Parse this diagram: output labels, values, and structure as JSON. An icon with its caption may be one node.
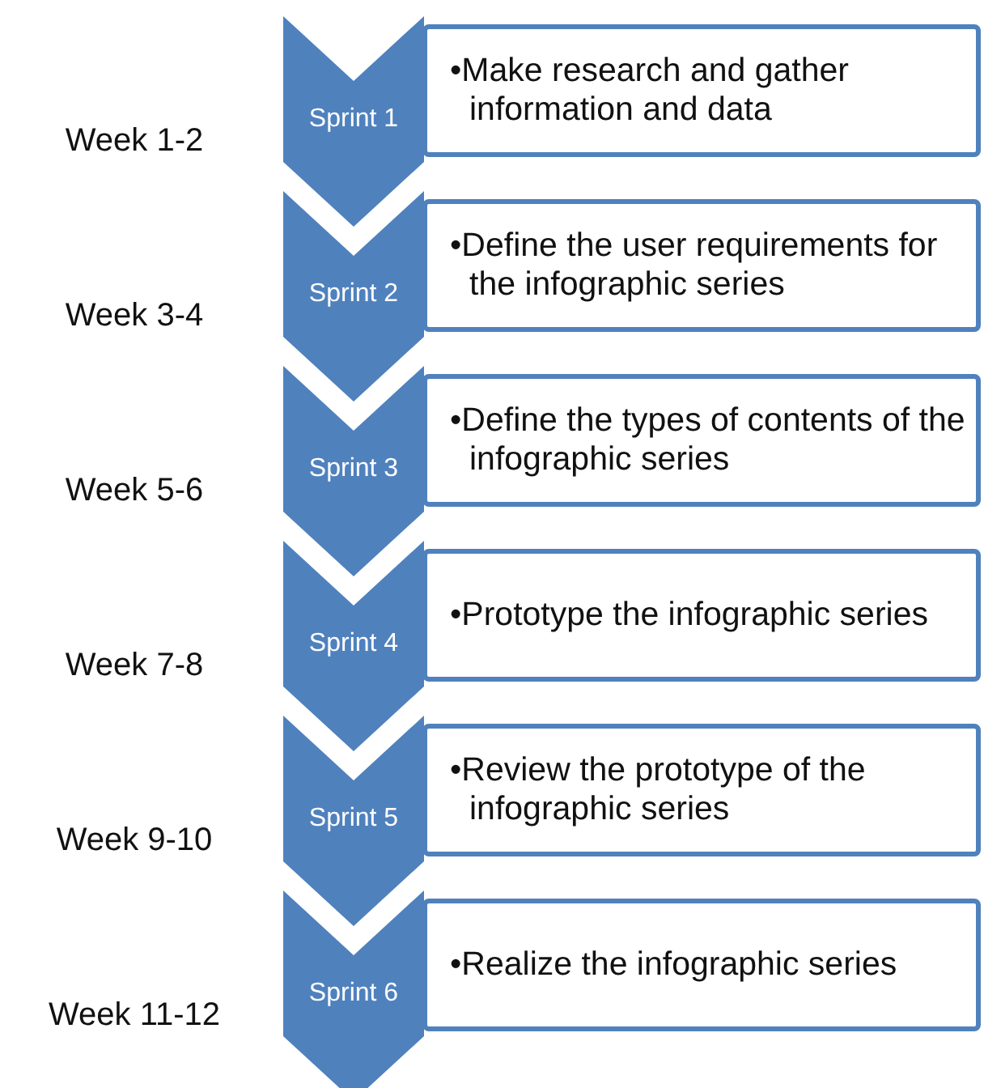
{
  "diagram": {
    "nodes": [
      {
        "text": [
          "Sprint 1"
        ],
        "beside": [
          "Week 1-2"
        ]
      },
      {
        "text": [
          "•Make research and gather information and data"
        ]
      },
      {
        "text": [
          "Sprint 2"
        ],
        "beside": [
          "Week 3-4"
        ]
      },
      {
        "text": [
          "•Define the user requirements for the infographic series"
        ]
      },
      {
        "text": [
          "Sprint 3"
        ],
        "beside": [
          "Week 5-6"
        ]
      },
      {
        "text": [
          "•Define the types of contents of the infographic series"
        ]
      },
      {
        "text": [
          "Sprint 4"
        ],
        "beside": [
          "Week 7-8"
        ]
      },
      {
        "text": [
          "•Prototype the infographic series"
        ]
      },
      {
        "text": [
          "Sprint 5"
        ],
        "beside": [
          "Week 9-10"
        ]
      },
      {
        "text": [
          "•Review the prototype of the infographic series"
        ]
      },
      {
        "text": [
          "Sprint 6"
        ],
        "beside": [
          "Week 11-12"
        ]
      },
      {
        "text": [
          "•Realize the infographic series"
        ]
      }
    ]
  }
}
